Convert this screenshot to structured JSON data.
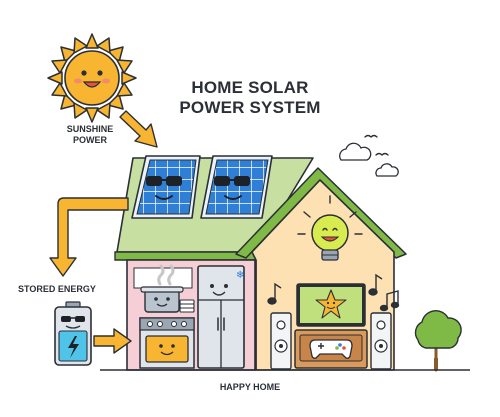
{
  "title": {
    "line1": "HOME SOLAR",
    "line2": "POWER SYSTEM"
  },
  "labels": {
    "sunshine_line1": "SUNSHINE",
    "sunshine_line2": "POWER",
    "stored_energy": "STORED ENERGY",
    "happy_home": "HAPPY HOME"
  },
  "colors": {
    "sun": "#f7b531",
    "arrow": "#f7b531",
    "panel": "#2f7fd6",
    "roof": "#c7dfa0",
    "roof_edge": "#7fba46",
    "kitchen_wall": "#f6cfd6",
    "living_wall": "#fde1b2",
    "battery": "#4fc3e8",
    "outline": "#2b2f36",
    "tree": "#7fba46"
  },
  "icons": [
    "sun-icon",
    "solar-panel-icon",
    "battery-icon",
    "light-bulb-icon",
    "cloud-icon",
    "bird-icon",
    "music-note-icon",
    "tree-icon",
    "tv-icon",
    "speaker-icon",
    "fridge-icon",
    "oven-icon",
    "pot-icon",
    "game-controller-icon"
  ]
}
